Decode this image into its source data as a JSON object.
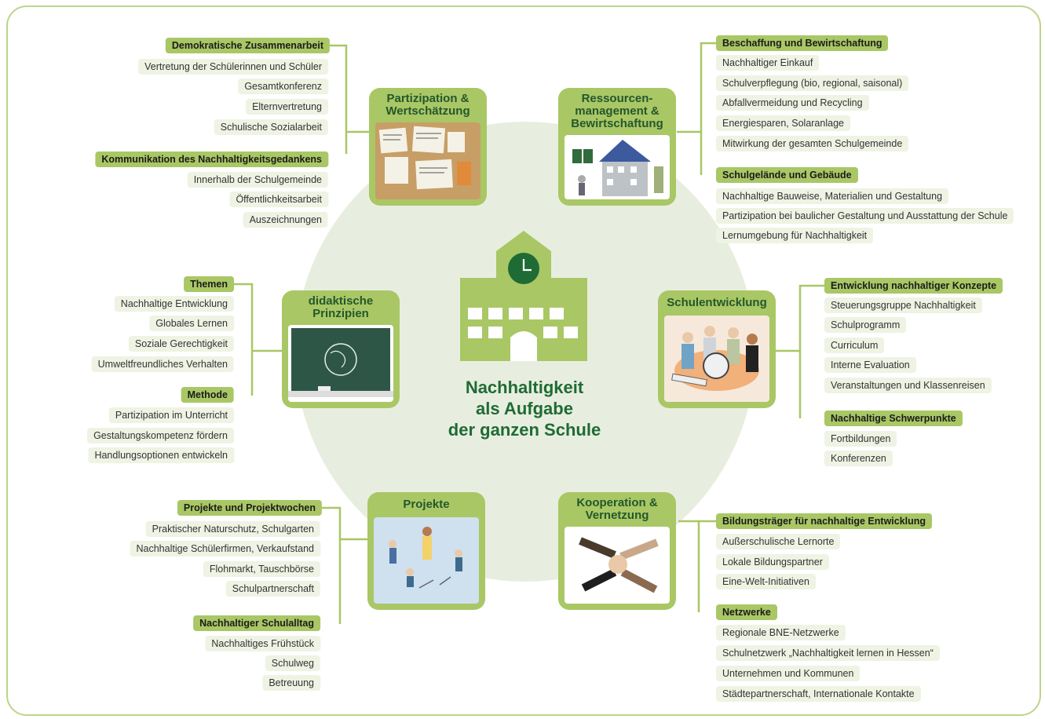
{
  "center": {
    "title_line1": "Nachhaltigkeit",
    "title_line2": "als Aufgabe",
    "title_line3": "der ganzen Schule"
  },
  "nodes": {
    "partizipation": {
      "title_line1": "Partizipation &",
      "title_line2": "Wertschätzung"
    },
    "ressourcen": {
      "title_line1": "Ressourcen-",
      "title_line2": "management &",
      "title_line3": "Bewirtschaftung"
    },
    "didaktik": {
      "title_line1": "didaktische",
      "title_line2": "Prinzipien"
    },
    "schulentwicklung": {
      "title": "Schulentwicklung"
    },
    "projekte": {
      "title": "Projekte"
    },
    "kooperation": {
      "title_line1": "Kooperation &",
      "title_line2": "Vernetzung"
    }
  },
  "branches": {
    "demokratische": {
      "header": "Demokratische Zusammenarbeit",
      "items": [
        "Vertretung der Schülerinnen und Schüler",
        "Gesamtkonferenz",
        "Elternvertretung",
        "Schulische Sozialarbeit"
      ]
    },
    "kommunikation": {
      "header": "Kommunikation des Nachhaltigkeitsgedankens",
      "items": [
        "Innerhalb der Schulgemeinde",
        "Öffentlichkeitsarbeit",
        "Auszeichnungen"
      ]
    },
    "beschaffung": {
      "header": "Beschaffung und Bewirtschaftung",
      "items": [
        "Nachhaltiger Einkauf",
        "Schulverpflegung (bio, regional, saisonal)",
        "Abfallvermeidung und Recycling",
        "Energiesparen, Solaranlage",
        "Mitwirkung der gesamten Schulgemeinde"
      ]
    },
    "schulgelaende": {
      "header": "Schulgelände und Gebäude",
      "items": [
        "Nachhaltige Bauweise, Materialien und Gestaltung",
        "Partizipation bei baulicher Gestaltung und Ausstattung der Schule",
        "Lernumgebung für Nachhaltigkeit"
      ]
    },
    "themen": {
      "header": "Themen",
      "items": [
        "Nachhaltige Entwicklung",
        "Globales Lernen",
        "Soziale Gerechtigkeit",
        "Umweltfreundliches Verhalten"
      ]
    },
    "methode": {
      "header": "Methode",
      "items": [
        "Partizipation im Unterricht",
        "Gestaltungskompetenz fördern",
        "Handlungsoptionen entwickeln"
      ]
    },
    "entwicklung": {
      "header": "Entwicklung nachhaltiger Konzepte",
      "items": [
        "Steuerungsgruppe Nachhaltigkeit",
        "Schulprogramm",
        "Curriculum",
        "Interne Evaluation",
        "Veranstaltungen und Klassenreisen"
      ]
    },
    "schwerpunkte": {
      "header": "Nachhaltige Schwerpunkte",
      "items": [
        "Fortbildungen",
        "Konferenzen"
      ]
    },
    "projektwochen": {
      "header": "Projekte und Projektwochen",
      "items": [
        "Praktischer Naturschutz, Schulgarten",
        "Nachhaltige Schülerfirmen, Verkaufstand",
        "Flohmarkt, Tauschbörse",
        "Schulpartnerschaft"
      ]
    },
    "schulalltag": {
      "header": "Nachhaltiger Schulalltag",
      "items": [
        "Nachhaltiges Frühstück",
        "Schulweg",
        "Betreuung"
      ]
    },
    "bildungstraeger": {
      "header": "Bildungsträger für nachhaltige Entwicklung",
      "items": [
        "Außerschulische Lernorte",
        "Lokale Bildungspartner",
        "Eine-Welt-Initiativen"
      ]
    },
    "netzwerke": {
      "header": "Netzwerke",
      "items": [
        "Regionale BNE-Netzwerke",
        "Schulnetzwerk „Nachhaltigkeit lernen in Hessen“",
        "Unternehmen und Kommunen",
        "Städtepartnerschaft, Internationale Kontakte"
      ]
    }
  },
  "colors": {
    "header_green": "#a9c765",
    "pill_bg": "#eef3e4",
    "dark_green": "#1f6b35",
    "circle_bg": "#e8eedf",
    "line": "#a9c765"
  }
}
